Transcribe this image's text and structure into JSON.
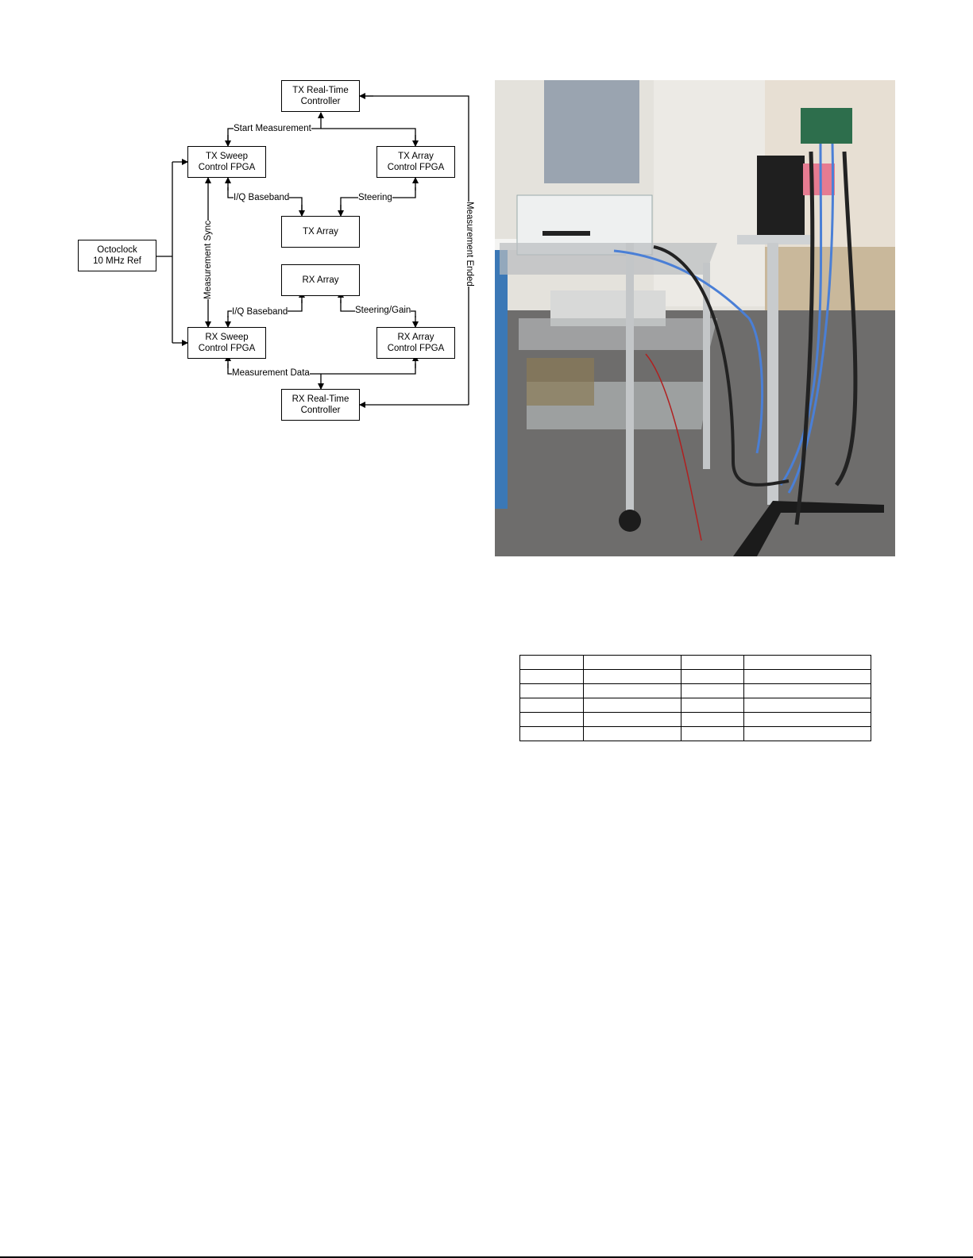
{
  "figure_left": {
    "type": "block-diagram",
    "nodes": [
      {
        "id": "tx_rtc",
        "label_line1": "TX Real-Time",
        "label_line2": "Controller"
      },
      {
        "id": "tx_sweep",
        "label_line1": "TX Sweep",
        "label_line2": "Control FPGA"
      },
      {
        "id": "tx_array_ctrl",
        "label_line1": "TX Array",
        "label_line2": "Control FPGA"
      },
      {
        "id": "tx_array",
        "label_line1": "TX Array",
        "label_line2": ""
      },
      {
        "id": "octoclock",
        "label_line1": "Octoclock",
        "label_line2": "10 MHz Ref"
      },
      {
        "id": "rx_array",
        "label_line1": "RX Array",
        "label_line2": ""
      },
      {
        "id": "rx_sweep",
        "label_line1": "RX Sweep",
        "label_line2": "Control FPGA"
      },
      {
        "id": "rx_array_ctrl",
        "label_line1": "RX Array",
        "label_line2": "Control FPGA"
      },
      {
        "id": "rx_rtc",
        "label_line1": "RX Real-Time",
        "label_line2": "Controller"
      }
    ],
    "edge_labels": {
      "start_measurement": "Start Measurement",
      "tx_iq_baseband": "I/Q Baseband",
      "tx_steering": "Steering",
      "measurement_sync": "Measurement Sync",
      "measurement_ended": "Measurement Ended",
      "rx_iq_baseband": "I/Q Baseband",
      "rx_steering_gain": "Steering/Gain",
      "measurement_data": "Measurement Data"
    }
  },
  "figure_right": {
    "type": "photo",
    "description": "Lab setup: wire cart with PXI chassis and power supply, phased-array board on tripod stand with blue RF cables"
  },
  "table": {
    "columns": 4,
    "rows": 6,
    "cells": [
      [
        "",
        "",
        "",
        ""
      ],
      [
        "",
        "",
        "",
        ""
      ],
      [
        "",
        "",
        "",
        ""
      ],
      [
        "",
        "",
        "",
        ""
      ],
      [
        "",
        "",
        "",
        ""
      ],
      [
        "",
        "",
        "",
        ""
      ]
    ]
  }
}
